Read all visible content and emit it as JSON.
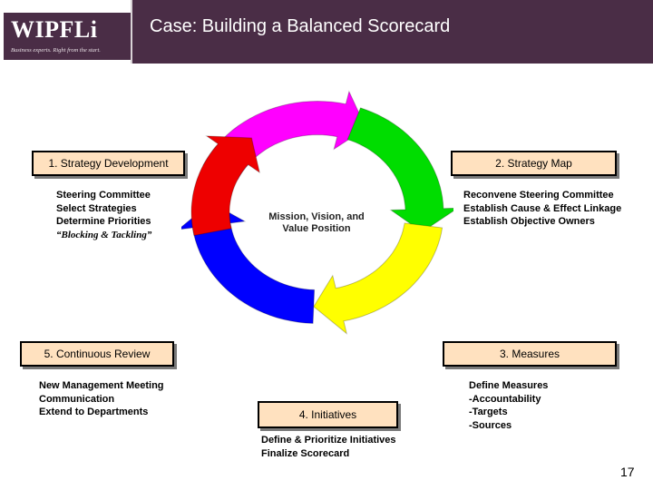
{
  "header": {
    "title": "Case:  Building a Balanced Scorecard",
    "logo_text": "WIPFLi",
    "logo_tagline": "Business experts. Right from the start.",
    "background_color": "#4a2d46"
  },
  "diagram": {
    "center_lines": [
      "Mission, Vision, and",
      "Value Position"
    ],
    "cycle_colors": {
      "strategy_development": "#ff00ff",
      "strategy_map": "#00dd00",
      "measures": "#ffff00",
      "initiatives": "#0000ff",
      "continuous_review": "#ee0000"
    },
    "steps": {
      "strategy_development": {
        "label": "1. Strategy Development",
        "notes": [
          "Steering Committee",
          "Select Strategies",
          "Determine Priorities",
          "“Blocking & Tackling”"
        ]
      },
      "strategy_map": {
        "label": "2.  Strategy Map",
        "notes": [
          "Reconvene Steering Committee",
          "Establish Cause & Effect Linkage",
          "Establish Objective Owners"
        ]
      },
      "measures": {
        "label": "3.  Measures",
        "notes": [
          "Define Measures",
          "-Accountability",
          "-Targets",
          "-Sources"
        ]
      },
      "initiatives": {
        "label": "4.  Initiatives",
        "notes": [
          "Define & Prioritize Initiatives",
          "Finalize Scorecard"
        ]
      },
      "continuous_review": {
        "label": "5.  Continuous Review",
        "notes": [
          "New Management Meeting",
          "Communication",
          "Extend to Departments"
        ]
      }
    }
  },
  "page_number": "17"
}
